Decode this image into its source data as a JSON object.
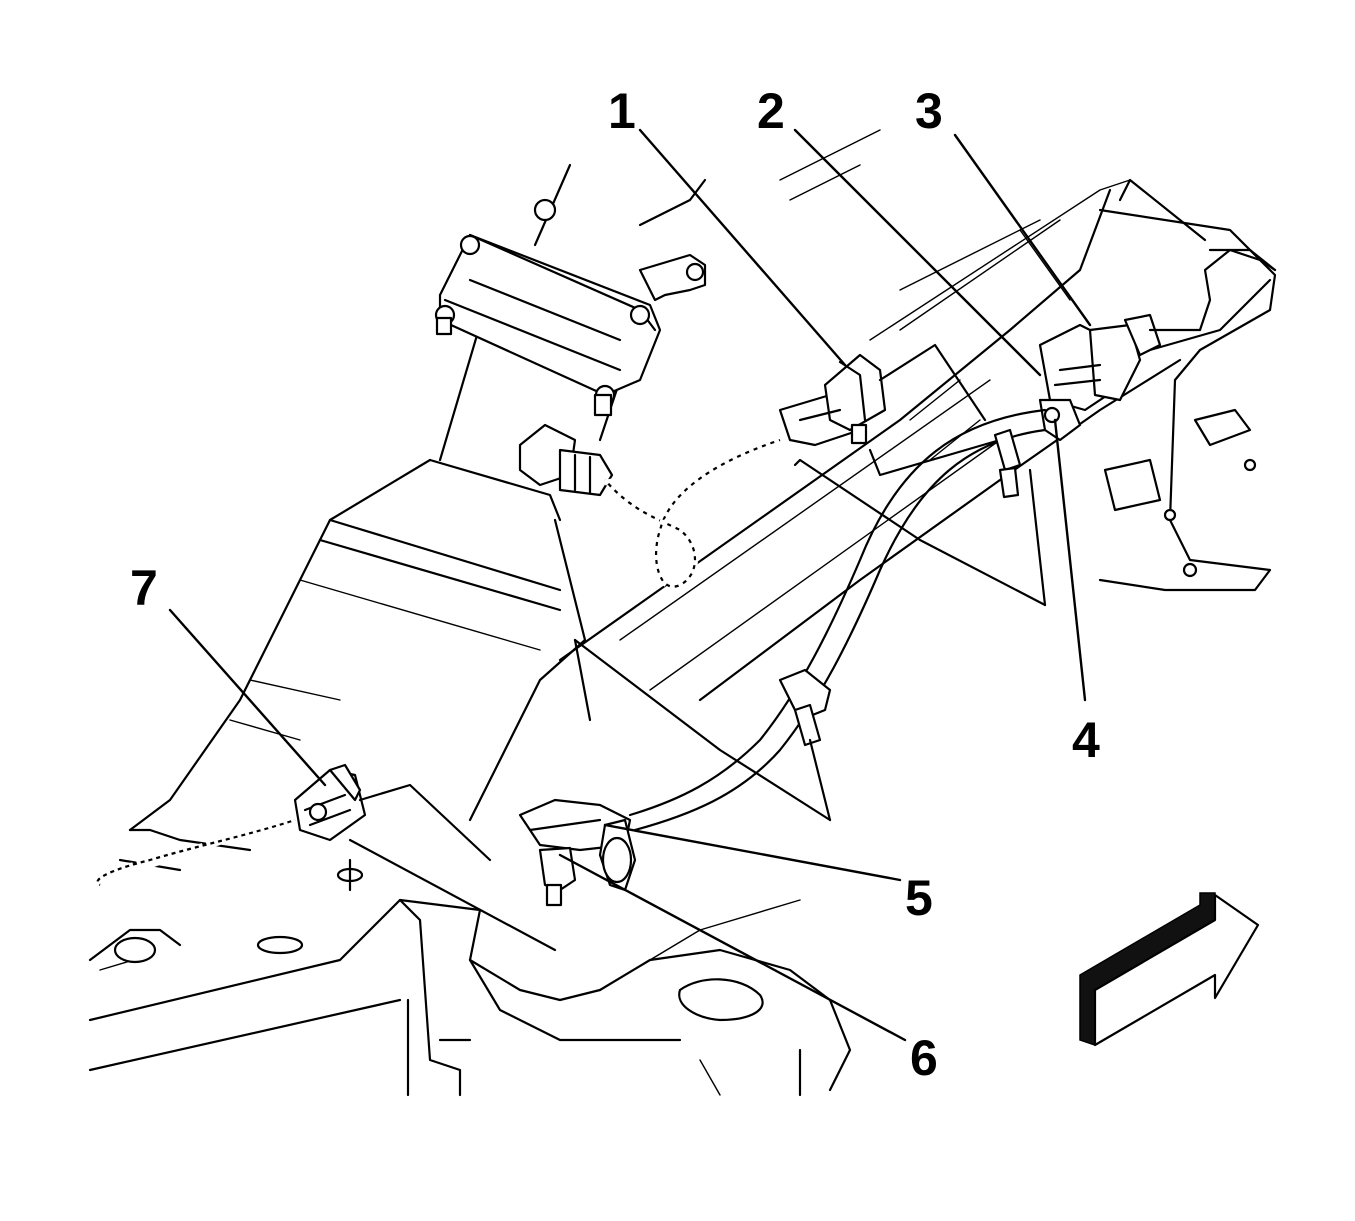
{
  "callouts": [
    {
      "id": "1",
      "label": "1"
    },
    {
      "id": "2",
      "label": "2"
    },
    {
      "id": "3",
      "label": "3"
    },
    {
      "id": "4",
      "label": "4"
    },
    {
      "id": "5",
      "label": "5"
    },
    {
      "id": "6",
      "label": "6"
    },
    {
      "id": "7",
      "label": "7"
    }
  ],
  "direction_arrow": {
    "icon": "forward-direction-arrow-icon"
  },
  "colors": {
    "line": "#000000",
    "background": "#ffffff"
  }
}
